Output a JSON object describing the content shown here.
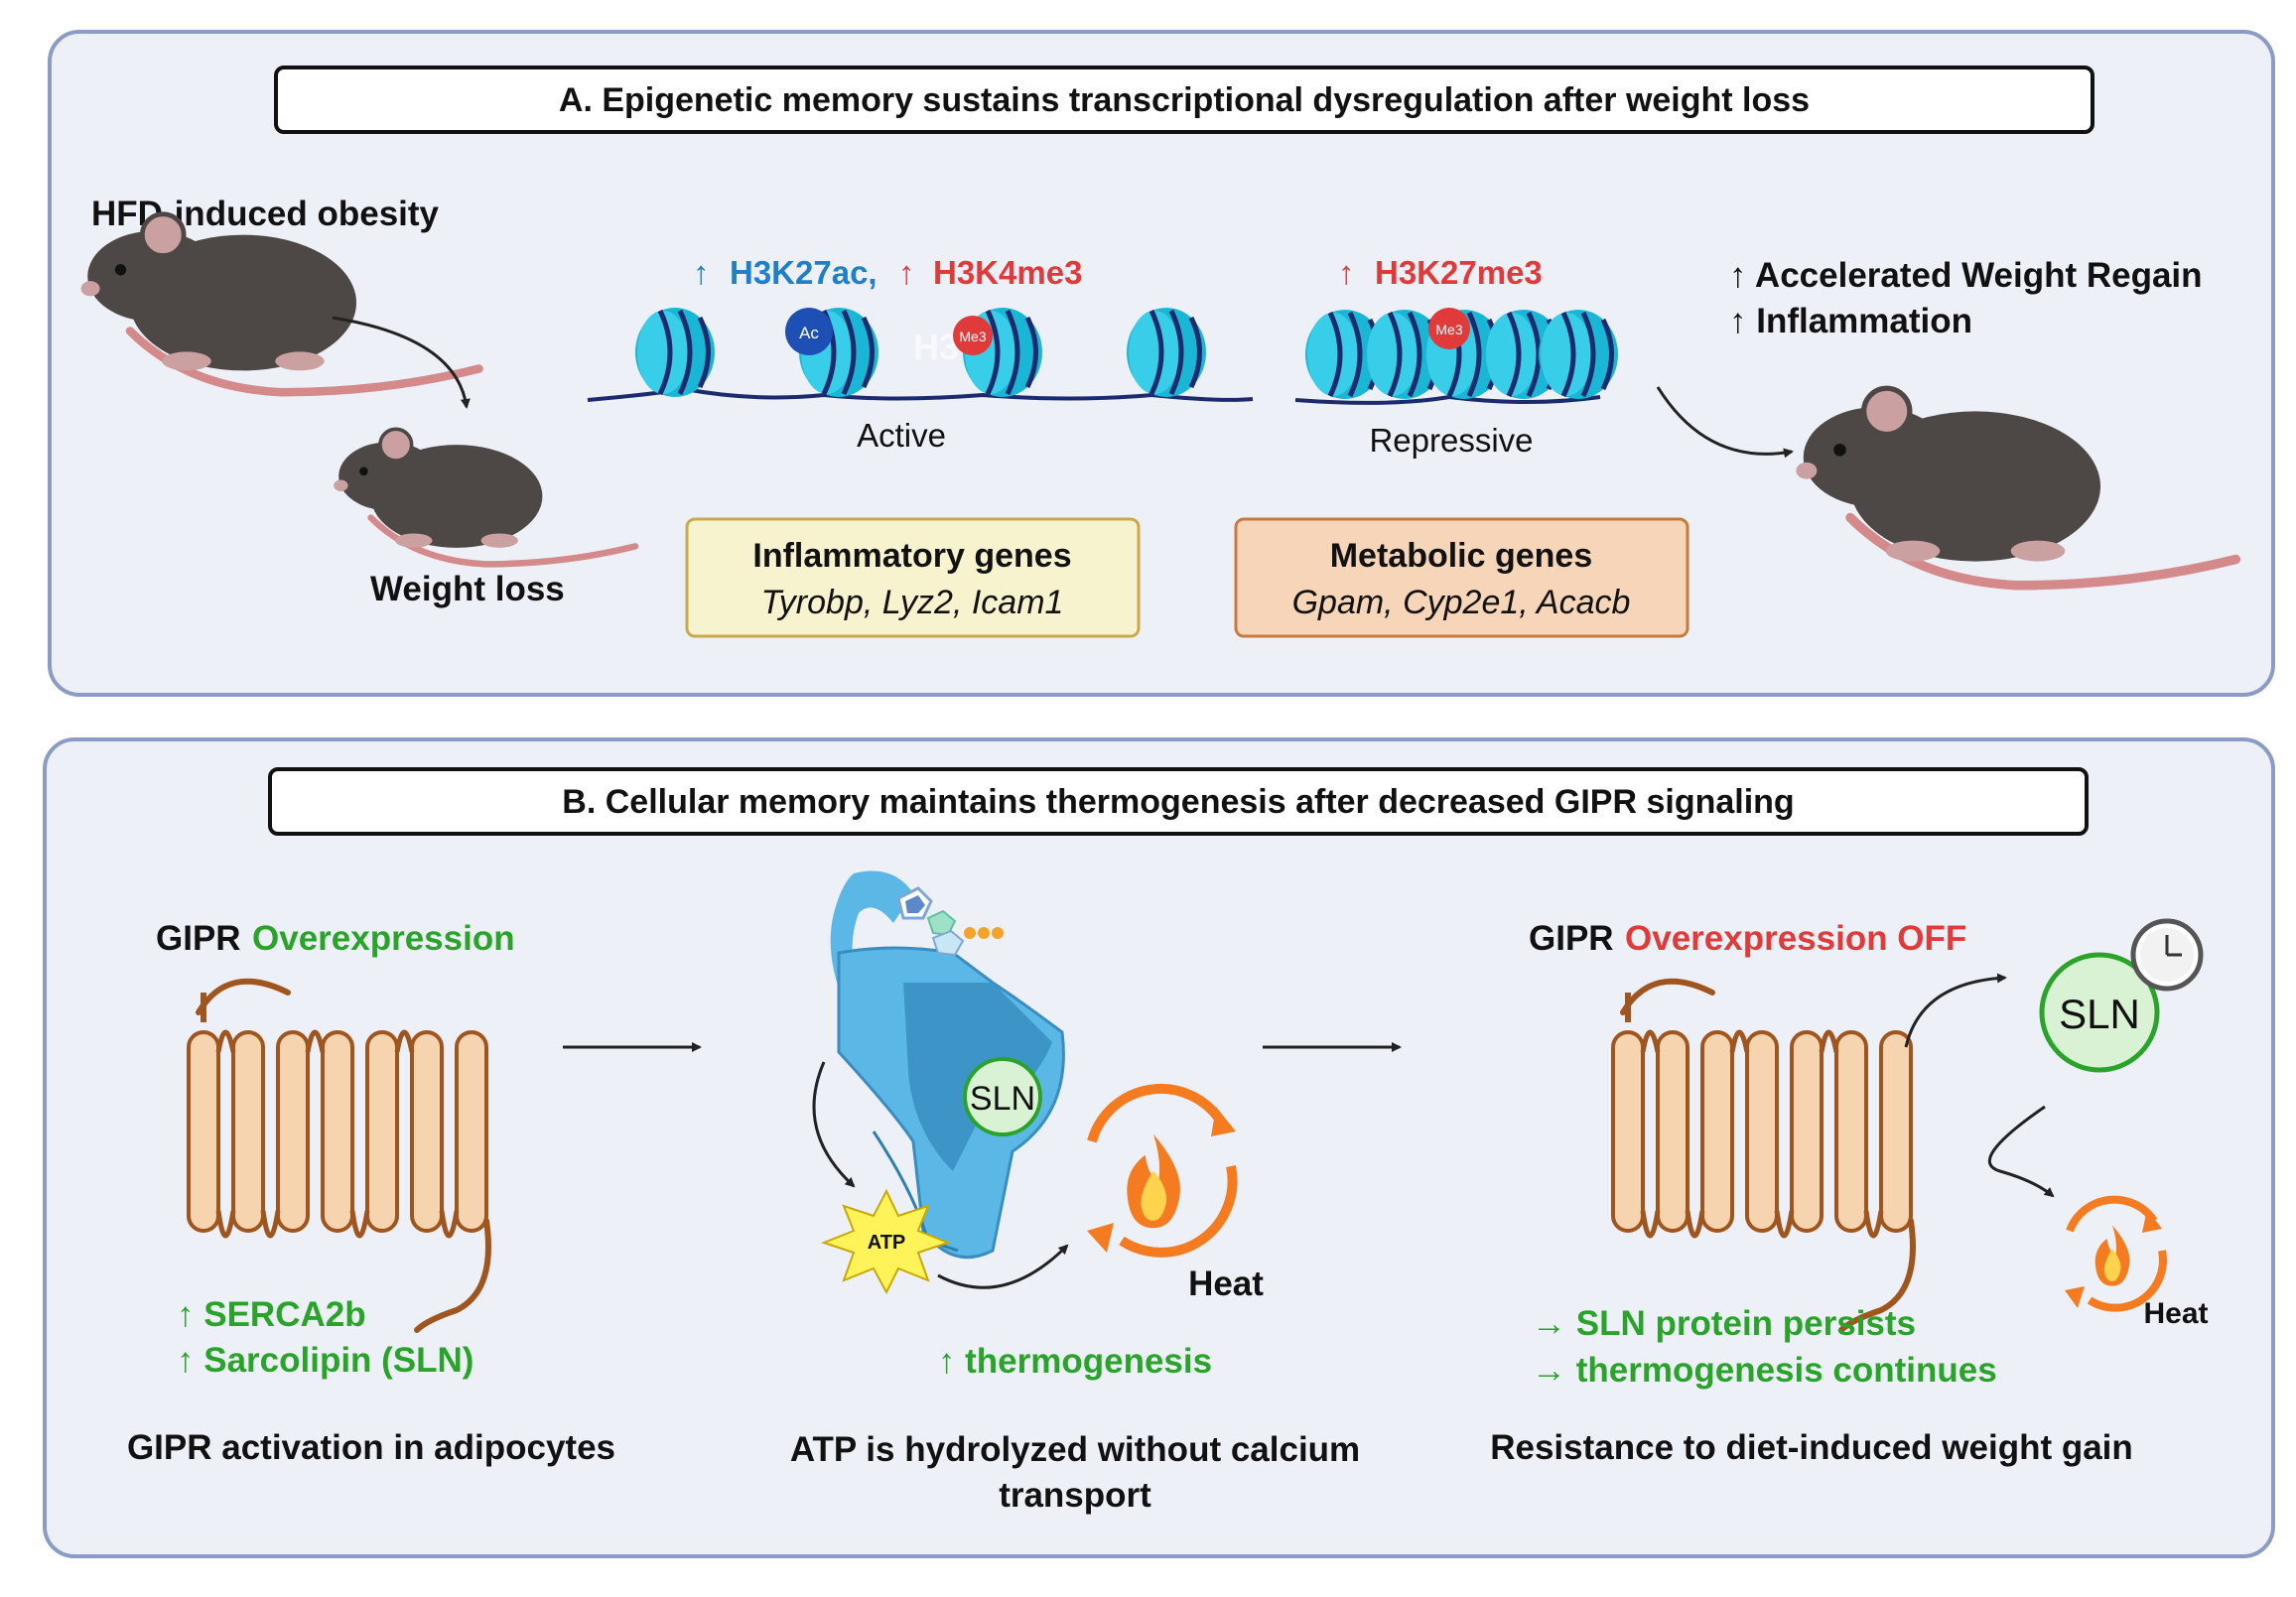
{
  "panel_a": {
    "title": "A. Epigenetic memory sustains transcriptional dysregulation after weight loss",
    "obesity_label": "HFD-induced obesity",
    "weight_loss_label": "Weight loss",
    "active_marks": {
      "arrow1": "↑",
      "mark1": "H3K27ac,",
      "arrow2": "↑",
      "mark2": "H3K4me3"
    },
    "repressive_mark": {
      "arrow": "↑",
      "mark": "H3K27me3"
    },
    "ac_badge": "Ac",
    "me3_badge": "Me3",
    "histone_label": "H3",
    "active_label": "Active",
    "repressive_label": "Repressive",
    "inflammatory_box": {
      "title": "Inflammatory genes",
      "genes": "Tyrobp, Lyz2, Icam1"
    },
    "metabolic_box": {
      "title": "Metabolic genes",
      "genes": "Gpam, Cyp2e1, Acacb"
    },
    "outcomes": [
      "↑ Accelerated Weight Regain",
      "↑ Inflammation"
    ]
  },
  "panel_b": {
    "title": "B. Cellular memory maintains thermogenesis after decreased GIPR signaling",
    "left": {
      "gipr": "GIPR",
      "overexpression": "Overexpression",
      "up_items": [
        "↑ SERCA2b",
        "↑ Sarcolipin (SLN)"
      ],
      "caption": "GIPR activation in adipocytes"
    },
    "middle": {
      "sln": "SLN",
      "atp": "ATP",
      "heat": "Heat",
      "thermogenesis": "↑  thermogenesis",
      "caption_line1": "ATP is hydrolyzed without calcium",
      "caption_line2": "transport"
    },
    "right": {
      "gipr": "GIPR",
      "overexpression_off": "Overexpression OFF",
      "sln": "SLN",
      "heat": "Heat",
      "persist_items": [
        "→ SLN protein persists",
        "→ thermogenesis continues"
      ],
      "caption": "Resistance to diet-induced weight gain"
    }
  },
  "colors": {
    "panel_bg": "#eef0f8",
    "panel_border": "#8a9bc6",
    "blue_mark": "#1f7fc9",
    "red_mark": "#e03a3a",
    "green": "#2aa32a",
    "nucleosome": "#19b6d6",
    "receptor_fill": "#f6d4b0",
    "receptor_stroke": "#a0551e",
    "inflam_box_fill": "#f8f3cf",
    "inflam_box_stroke": "#c9a94a",
    "metab_box_fill": "#f7d5b8",
    "metab_box_stroke": "#c87a3d",
    "heat_orange": "#f47b20"
  }
}
